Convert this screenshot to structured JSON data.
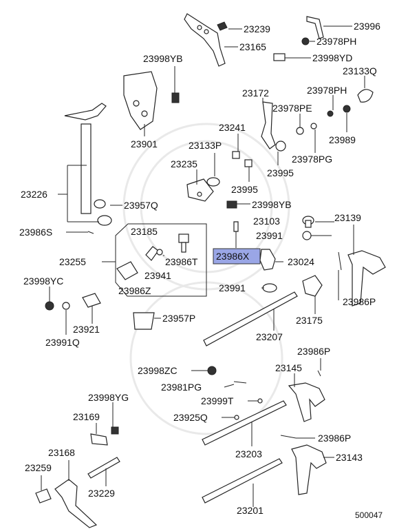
{
  "labels": {
    "p23239": "23239",
    "p23996": "23996",
    "p23165": "23165",
    "p23978PH_top": "23978PH",
    "p23998YB_top": "23998YB",
    "p23998YD": "23998YD",
    "p23133Q": "23133Q",
    "p23172": "23172",
    "p23978PH_mid": "23978PH",
    "p23978PE": "23978PE",
    "p23241": "23241",
    "p23989": "23989",
    "p23901": "23901",
    "p23133P": "23133P",
    "p23978PG": "23978PG",
    "p23235": "23235",
    "p23995_a": "23995",
    "p23995_b": "23995",
    "p23226": "23226",
    "p23957Q": "23957Q",
    "p23998YB_mid": "23998YB",
    "p23986S": "23986S",
    "p23185": "23185",
    "p23103": "23103",
    "p23139": "23139",
    "p23991_a": "23991",
    "p23255": "23255",
    "p23986X": "23986X",
    "p23024": "23024",
    "p23986T": "23986T",
    "p23941": "23941",
    "p23998YC": "23998YC",
    "p23986Z": "23986Z",
    "p23991_b": "23991",
    "p23986P_a": "23986P",
    "p23921": "23921",
    "p23957P": "23957P",
    "p23175": "23175",
    "p23991Q": "23991Q",
    "p23207": "23207",
    "p23986P_b": "23986P",
    "p23145": "23145",
    "p23998ZC": "23998ZC",
    "p23981PG": "23981PG",
    "p23998YG": "23998YG",
    "p23999T": "23999T",
    "p23169": "23169",
    "p23925Q": "23925Q",
    "p23986P_c": "23986P",
    "p23168": "23168",
    "p23203": "23203",
    "p23143": "23143",
    "p23259": "23259",
    "p23229": "23229",
    "p23201": "23201",
    "diagram_code": "500047"
  },
  "highlight_color": "#9aa6e6"
}
